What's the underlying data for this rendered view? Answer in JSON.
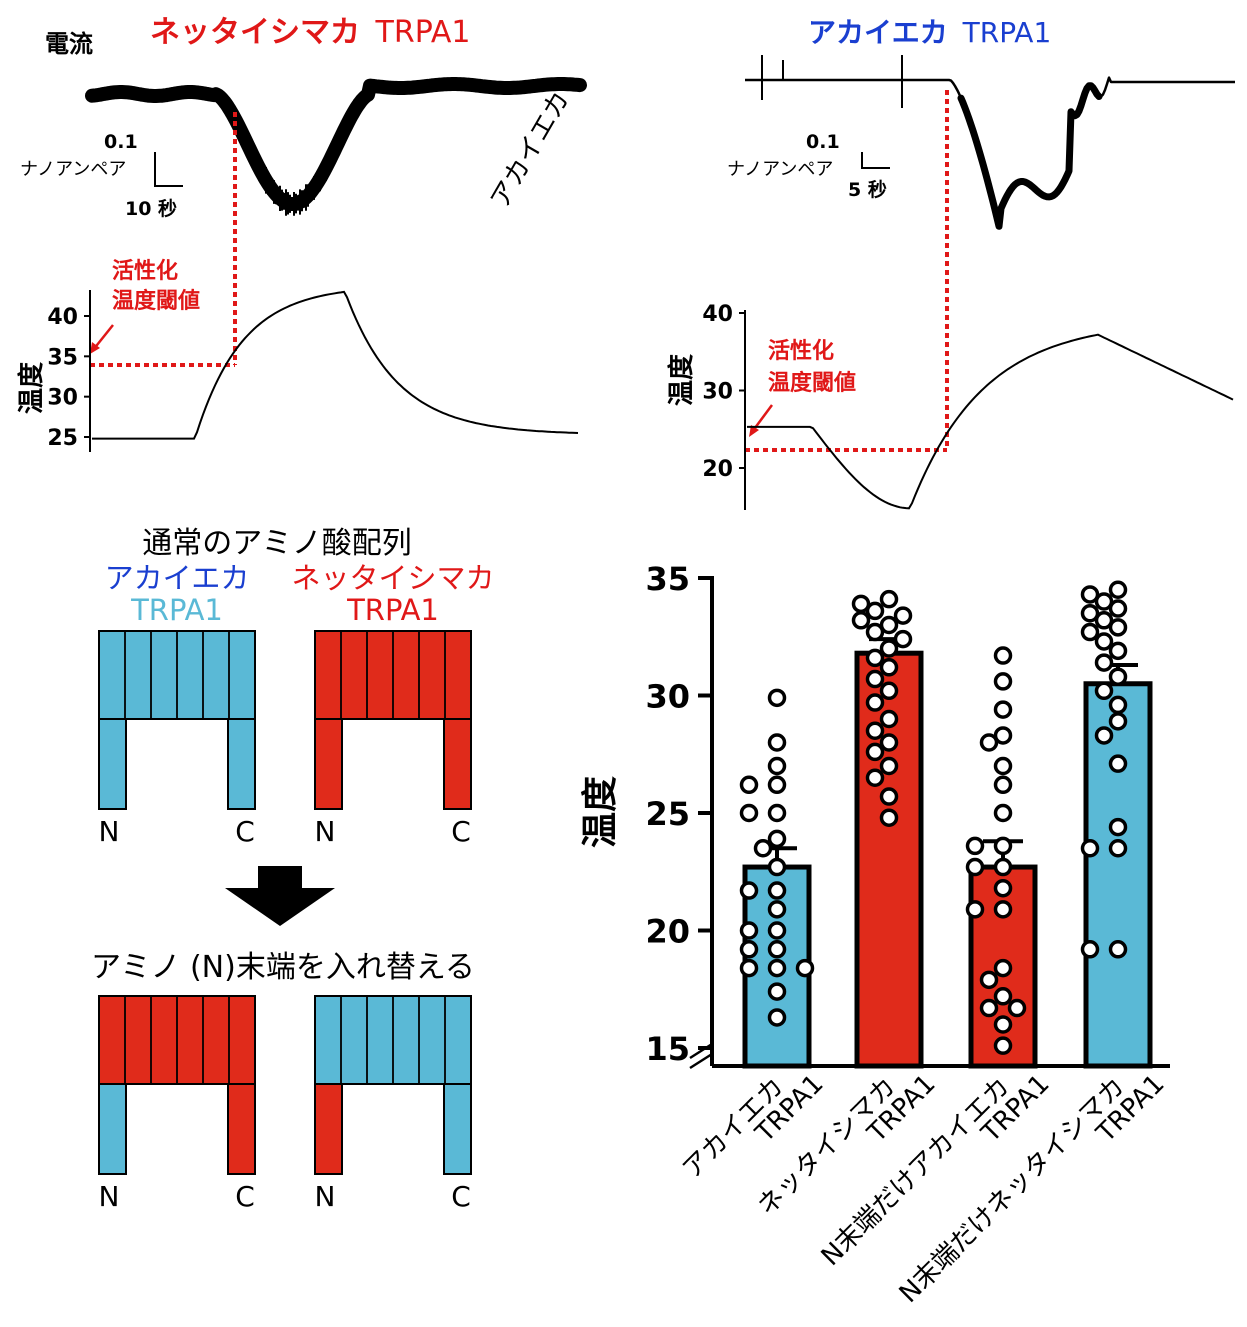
{
  "colors": {
    "red": "#e01818",
    "blue": "#1a3fd0",
    "cyan": "#5ab9d6",
    "barRed": "#e02b1b",
    "black": "#000000"
  },
  "topLeft": {
    "label_current": "電流",
    "title_species": "ネッタイシマカ",
    "title_gene": "TRPA1",
    "scale_current_value": "0.1",
    "scale_current_unit": "ナノアンペア",
    "scale_time": "10 秒",
    "overlay_label": "アカイエカ",
    "threshold_line1": "活性化",
    "threshold_line2": "温度閾値",
    "temp_axis_label": "温度",
    "temp_ticks": [
      "40",
      "35",
      "30",
      "25"
    ]
  },
  "topRight": {
    "title_species": "アカイエカ",
    "title_gene": "TRPA1",
    "scale_current_value": "0.1",
    "scale_current_unit": "ナノアンペア",
    "scale_time": "5 秒",
    "threshold_line1": "活性化",
    "threshold_line2": "温度閾値",
    "temp_axis_label": "温度",
    "temp_ticks": [
      "40",
      "30",
      "20"
    ]
  },
  "schematic": {
    "title_top": "通常のアミノ酸配列",
    "left_label_species": "アカイエカ",
    "left_label_gene": "TRPA1",
    "right_label_species": "ネッタイシマカ",
    "right_label_gene": "TRPA1",
    "title_bottom": "アミノ (N)末端を入れ替える",
    "n": "N",
    "c": "C"
  },
  "chart_data": {
    "type": "bar",
    "ylabel": "温度",
    "ylim": [
      15,
      35
    ],
    "yticks": [
      15,
      20,
      25,
      30,
      35
    ],
    "categories": [
      [
        "アカイエカ",
        "TRPA1"
      ],
      [
        "ネッタイシマカ",
        "TRPA1"
      ],
      [
        "N末端だけアカイエカ",
        "TRPA1"
      ],
      [
        "N末端だけネッタイシマカ",
        "TRPA1"
      ]
    ],
    "values": [
      22.7,
      31.8,
      22.7,
      30.5
    ],
    "errors": [
      0.8,
      0.6,
      1.1,
      0.8
    ],
    "bar_colors": [
      "#5ab9d6",
      "#e02b1b",
      "#e02b1b",
      "#5ab9d6"
    ],
    "points": [
      [
        29.9,
        28.0,
        27.0,
        26.2,
        26.2,
        25.0,
        25.0,
        23.9,
        23.5,
        22.7,
        21.7,
        21.7,
        20.9,
        20.0,
        20.0,
        19.2,
        19.2,
        18.4,
        18.4,
        18.4,
        17.4,
        16.3
      ],
      [
        34.1,
        33.9,
        33.6,
        33.4,
        33.2,
        33.0,
        32.7,
        32.4,
        32.0,
        31.6,
        31.2,
        30.7,
        30.2,
        29.7,
        29.0,
        28.5,
        28.0,
        27.6,
        27.0,
        26.5,
        25.7,
        24.8
      ],
      [
        31.7,
        30.6,
        29.4,
        28.3,
        28.0,
        27.0,
        26.2,
        25.0,
        23.6,
        23.6,
        22.7,
        22.7,
        21.8,
        20.9,
        20.9,
        18.4,
        17.9,
        17.2,
        16.7,
        16.7,
        16.0,
        15.1
      ],
      [
        34.5,
        34.3,
        34.0,
        33.7,
        33.5,
        33.2,
        32.9,
        32.7,
        32.3,
        31.9,
        31.4,
        30.8,
        30.2,
        29.6,
        28.9,
        28.3,
        27.1,
        24.4,
        23.5,
        23.5,
        19.2,
        19.2
      ]
    ]
  }
}
